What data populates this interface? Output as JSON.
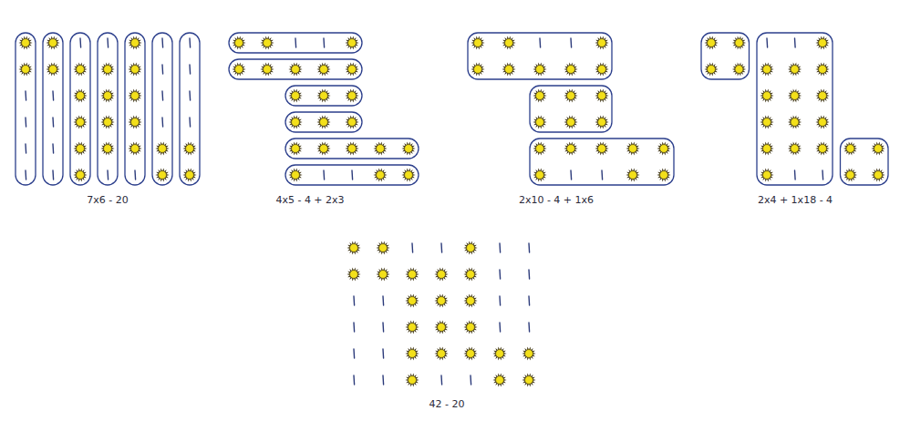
{
  "diagram": {
    "labels": [
      "7x6 - 20",
      "4x5 - 4 + 2x3",
      "2x10 - 4 + 1x6",
      "2x4 + 1x18 - 4",
      "42 - 20"
    ]
  }
}
